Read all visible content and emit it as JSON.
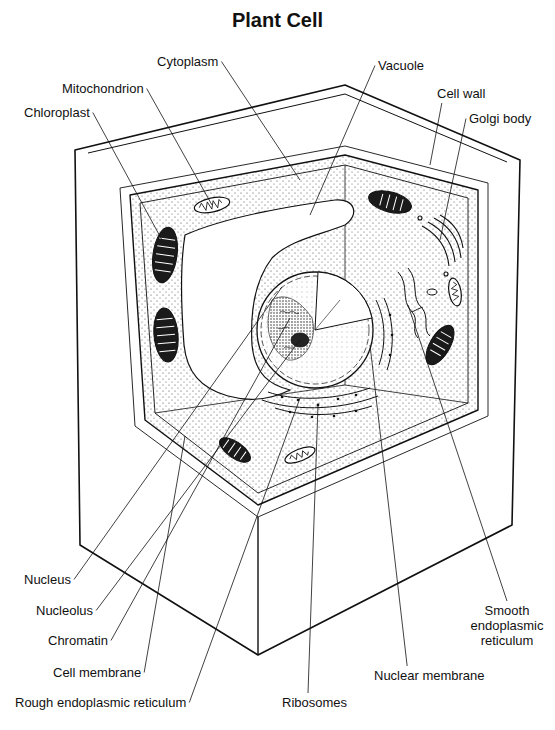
{
  "diagram": {
    "title": "Plant Cell",
    "labels": [
      "Cytoplasm",
      "Vacuole",
      "Mitochondrion",
      "Cell wall",
      "Chloroplast",
      "Golgi body",
      "Nucleus",
      "Smooth endoplasmic reticulum",
      "Nucleolus",
      "Chromatin",
      "Cell membrane",
      "Nuclear membrane",
      "Rough endoplasmic reticulum",
      "Ribosomes"
    ]
  }
}
